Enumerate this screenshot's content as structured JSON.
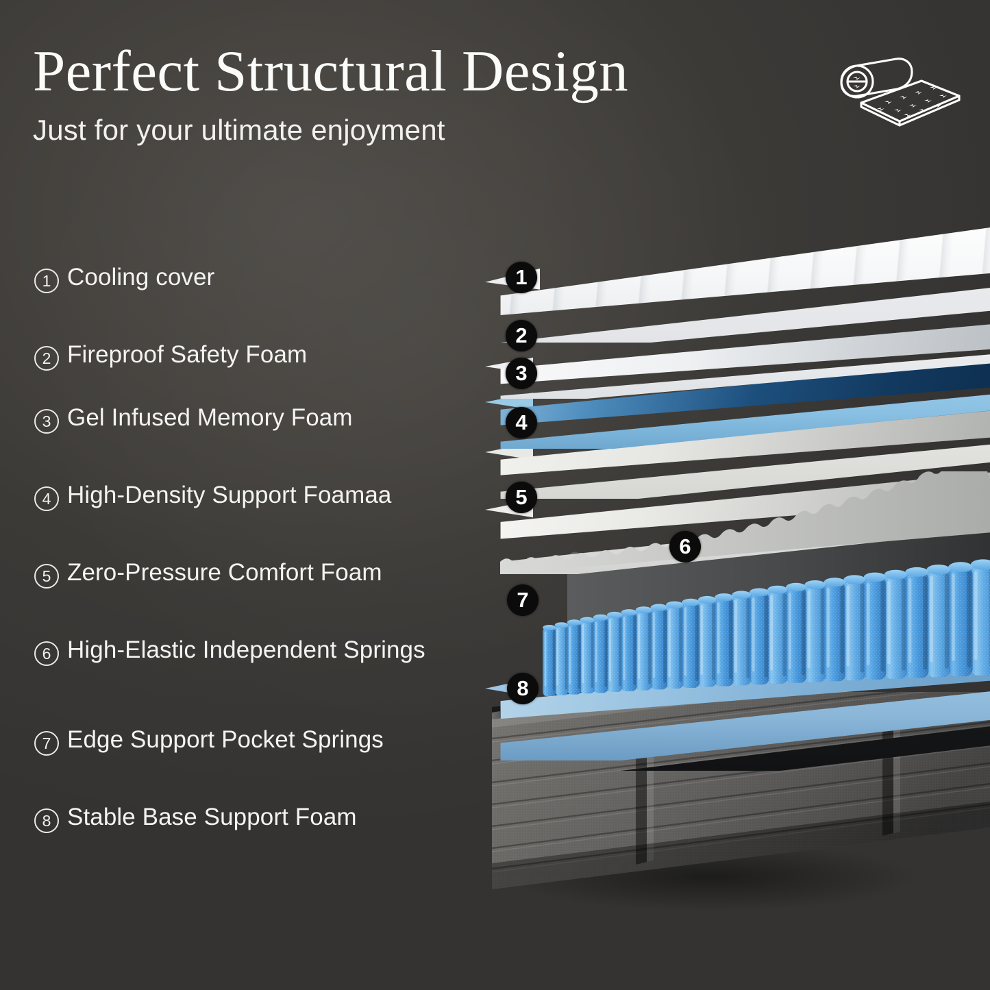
{
  "header": {
    "title": "Perfect Structural Design",
    "subtitle": "Just for your ultimate enjoyment",
    "icon": "rolled-mattress-icon"
  },
  "theme": {
    "background_top": "#4a4743",
    "background_bottom": "#333230",
    "text": "#f4f3f1",
    "badge_bg": "#0b0b0b",
    "badge_text": "#ffffff",
    "accent_blue": "#1d4f7d",
    "spring_blue": "#4a9fe0",
    "base_gray": "#6e6d6a"
  },
  "legend": {
    "items": [
      {
        "number": "①",
        "index": "1",
        "label": "Cooling cover"
      },
      {
        "number": "②",
        "index": "2",
        "label": "Fireproof Safety Foam"
      },
      {
        "number": "③",
        "index": "3",
        "label": "Gel Infused Memory Foam"
      },
      {
        "number": "④",
        "index": "4",
        "label": "High-Density Support Foamaa"
      },
      {
        "number": "⑤",
        "index": "5",
        "label": "Zero-Pressure Comfort Foam"
      },
      {
        "number": "⑥",
        "index": "6",
        "label": "High-Elastic Independent Springs"
      },
      {
        "number": "⑦",
        "index": "7",
        "label": "Edge Support Pocket Springs"
      },
      {
        "number": "⑧",
        "index": "8",
        "label": "Stable Base Support Foam"
      }
    ]
  },
  "diagram": {
    "badges": [
      {
        "id": "1",
        "label": "1",
        "layer": "cooling-cover"
      },
      {
        "id": "2",
        "label": "2",
        "layer": "fireproof-safety-foam"
      },
      {
        "id": "3",
        "label": "3",
        "layer": "gel-infused-memory-foam"
      },
      {
        "id": "4",
        "label": "4",
        "layer": "high-density-support-foam"
      },
      {
        "id": "5",
        "label": "5",
        "layer": "zero-pressure-comfort-foam"
      },
      {
        "id": "6",
        "label": "6",
        "layer": "high-elastic-independent-springs"
      },
      {
        "id": "7",
        "label": "7",
        "layer": "edge-support-pocket-springs"
      },
      {
        "id": "8",
        "label": "8",
        "layer": "stable-base-support-foam"
      }
    ]
  }
}
